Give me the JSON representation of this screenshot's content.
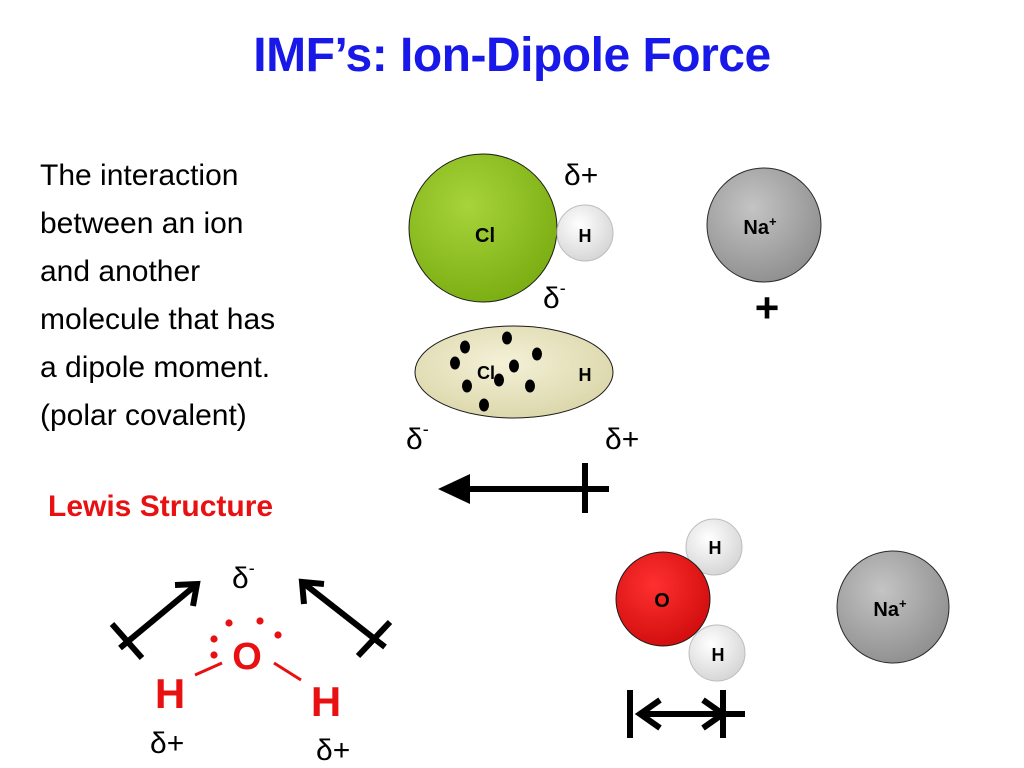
{
  "title": "IMF’s: Ion-Dipole Force",
  "definition": {
    "lines": [
      "The interaction",
      "between an ion",
      "and another",
      "molecule that has",
      "a dipole moment.",
      "(polar covalent)"
    ]
  },
  "lewis_heading": "Lewis Structure",
  "hcl": {
    "cl_label": "Cl",
    "h_label": "H",
    "delta_plus": "δ+",
    "delta_minus": "δ",
    "minus_sup": "-"
  },
  "hcl_cloud": {
    "cl_label": "Cl",
    "h_label": "H",
    "delta_minus": "δ",
    "minus_sup": "-",
    "delta_plus": "δ+"
  },
  "sodium_top": {
    "label": "Na",
    "charge_sup": "+",
    "plus_sign": "+"
  },
  "water": {
    "o_label": "O",
    "h_top_label": "H",
    "h_bottom_label": "H"
  },
  "sodium_bottom": {
    "label": "Na",
    "charge_sup": "+"
  },
  "lewis": {
    "delta_top": "δ",
    "minus_sup": "-",
    "o_label": "O",
    "h_left_label": "H",
    "h_right_label": "H",
    "delta_left": "δ+",
    "delta_right": "δ+"
  },
  "colors": {
    "title": "#1818e8",
    "lewis_red": "#e81010",
    "chlorine_green": "#8cbf1e",
    "sodium_gray": "#a8a8a8",
    "oxygen_red": "#e61a1a",
    "hydrogen_light": "#e8e8e8",
    "cloud_tan": "#e8e4bc"
  }
}
